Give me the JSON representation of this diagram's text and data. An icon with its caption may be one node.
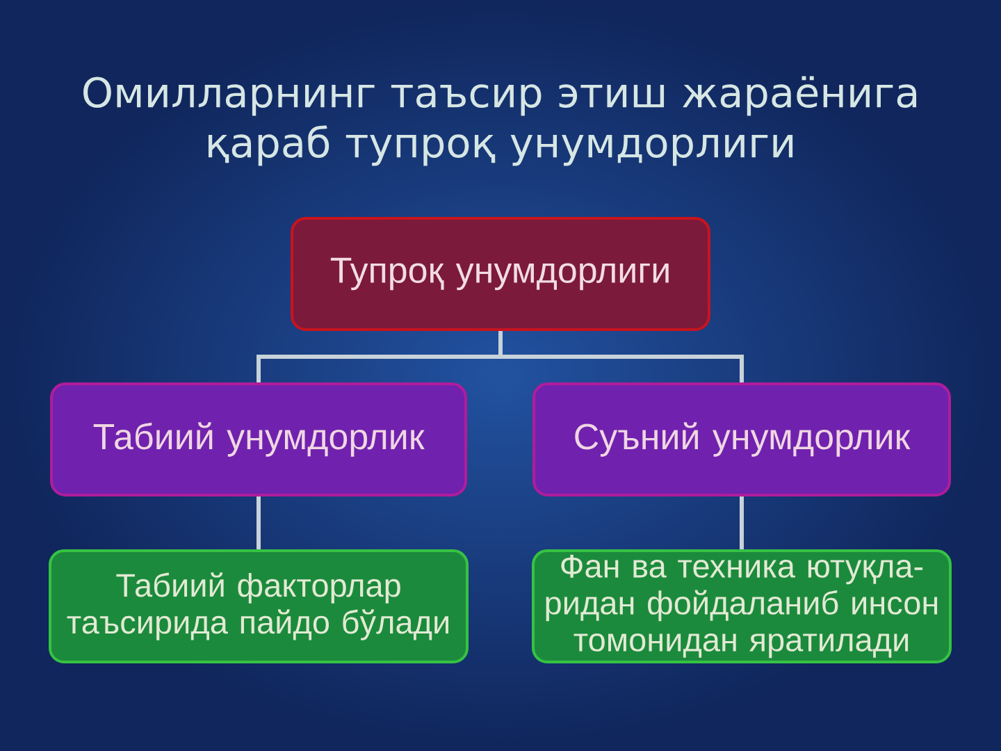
{
  "diagram": {
    "title": "Омилларнинг таъсир этиш жараёнига қараб тупроқ унумдорлиги",
    "nodes": [
      {
        "text": [
          "Тупроқ унумдорлиги"
        ]
      },
      {
        "text": [
          "Табиий унумдорлик"
        ]
      },
      {
        "text": [
          "Суъний унумдорлик"
        ]
      },
      {
        "text": [
          "Табиий факторлар таъсирида пайдо бўлади"
        ]
      },
      {
        "text": [
          "Фан ва техника ютуқла- ридан фойдаланиб инсон томонидан яратилади"
        ]
      }
    ],
    "edges": [
      {
        "from": 0,
        "to": 1,
        "arrow": "none"
      },
      {
        "from": 0,
        "to": 2,
        "arrow": "none"
      },
      {
        "from": 1,
        "to": 3,
        "arrow": "none"
      },
      {
        "from": 2,
        "to": 4,
        "arrow": "none"
      }
    ]
  }
}
